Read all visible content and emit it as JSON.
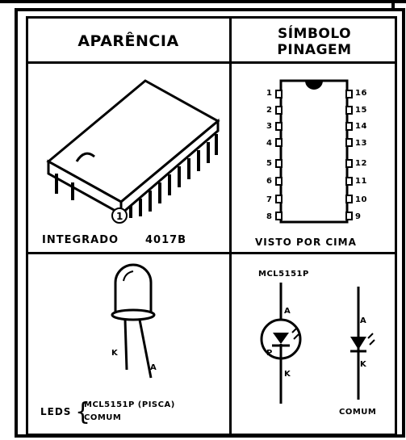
{
  "headers": {
    "appearance": "APARÊNCIA",
    "symbol_line1": "SÍMBOLO",
    "symbol_line2": "PINAGEM"
  },
  "ic": {
    "pin1_marker": "1",
    "label_integrated": "INTEGRADO",
    "part_number": "4017B",
    "left_pins": [
      "1",
      "2",
      "3",
      "4",
      "5",
      "6",
      "7",
      "8"
    ],
    "right_pins": [
      "16",
      "15",
      "14",
      "13",
      "12",
      "11",
      "10",
      "9"
    ],
    "view_caption": "VISTO POR CIMA"
  },
  "led": {
    "k_label": "K",
    "a_label": "A",
    "leds_label": "LEDS",
    "type1": "MCL5151P (PISCA)",
    "type2": "COMUM"
  },
  "symbols": {
    "part_label": "MCL5151P",
    "a_label": "A",
    "k_label": "K",
    "p_label": "P",
    "common_label": "COMUM"
  }
}
